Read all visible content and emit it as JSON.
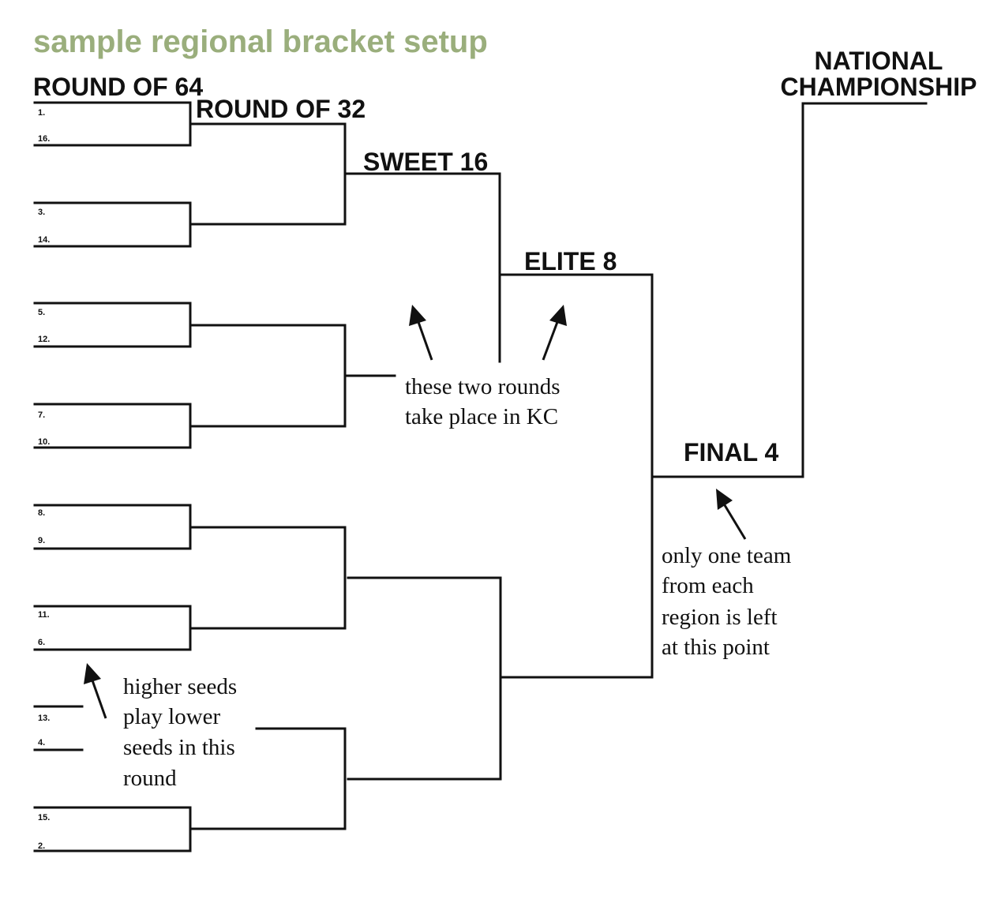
{
  "title": "sample regional bracket setup",
  "colors": {
    "title": "#9aae7c",
    "ink": "#111111",
    "background": "#ffffff"
  },
  "rounds": {
    "r64": "ROUND OF 64",
    "r32": "ROUND OF 32",
    "s16": "SWEET 16",
    "e8": "ELITE 8",
    "f4": "FINAL 4",
    "nc_line1": "NATIONAL",
    "nc_line2": "CHAMPIONSHIP"
  },
  "seeds": [
    "1.",
    "16.",
    "3.",
    "14.",
    "5.",
    "12.",
    "7.",
    "10.",
    "8.",
    "9.",
    "11.",
    "6.",
    "13.",
    "4.",
    "15.",
    "2."
  ],
  "annotations": {
    "kc": [
      "these two rounds",
      "take place in KC"
    ],
    "final4": [
      "only one team",
      "from each",
      "region is left",
      "at this point"
    ],
    "seeds": [
      "higher seeds",
      "play lower",
      "seeds in this",
      "round"
    ]
  }
}
